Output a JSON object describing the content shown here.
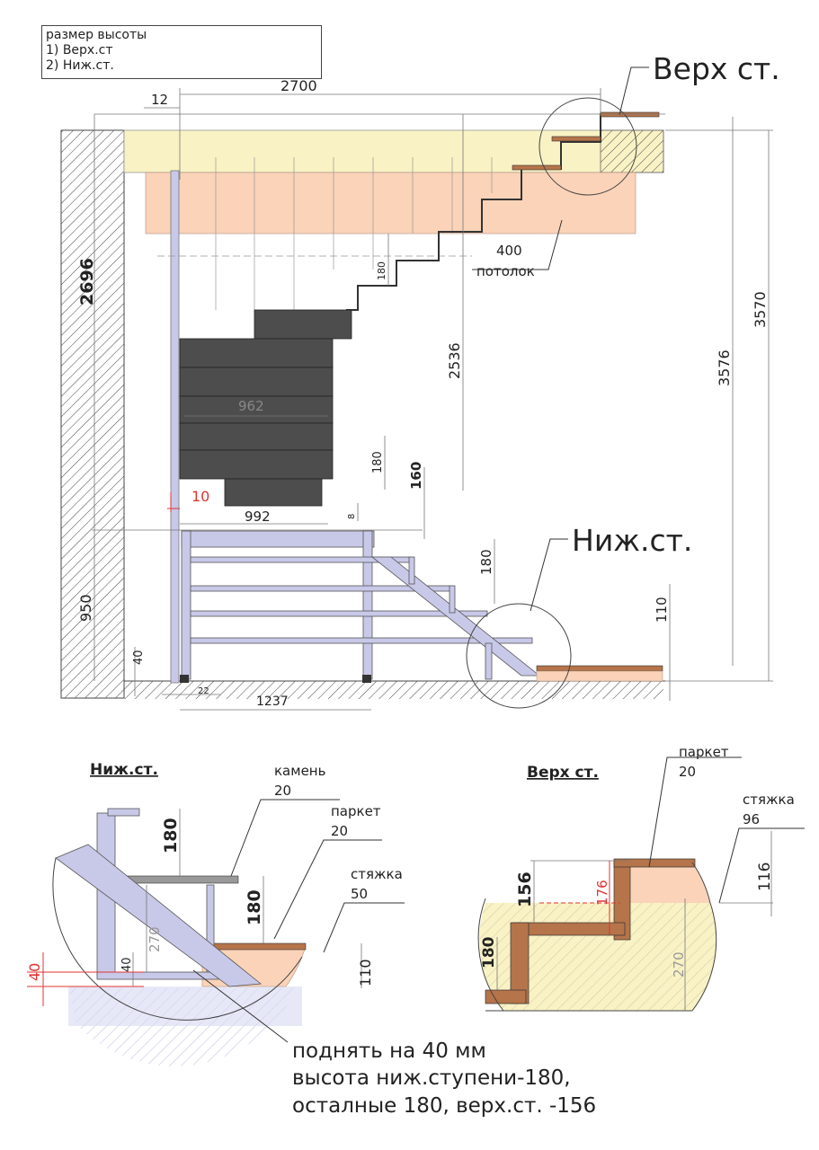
{
  "legend": {
    "title": "размер высоты",
    "items": [
      "1) Верх.ст",
      "2) Ниж.ст."
    ]
  },
  "labels": {
    "top_step": "Верх ст.",
    "bottom_step": "Ниж.ст.",
    "ceiling_value": "400",
    "ceiling": "потолок"
  },
  "dims": {
    "d2700": "2700",
    "d12": "12",
    "d2696": "2696",
    "d3570": "3570",
    "d3576": "3576",
    "d2536": "2536",
    "d180_a": "180",
    "d962": "962",
    "d180_b": "180",
    "d160": "160",
    "d10": "10",
    "d992": "992",
    "d8": "8",
    "d180_c": "180",
    "d110": "110",
    "d950": "950",
    "d40": "40",
    "d22": "22",
    "d1237": "1237"
  },
  "detail_bottom": {
    "title": "Ниж.ст.",
    "stone": "камень",
    "stone_v": "20",
    "parquet": "паркет",
    "parquet_v": "20",
    "screed": "стяжка",
    "screed_v": "50",
    "d180_a": "180",
    "d180_b": "180",
    "d270": "270",
    "d40": "40",
    "d40_red": "40",
    "d110": "110"
  },
  "detail_top": {
    "title": "Верх ст.",
    "parquet": "паркет",
    "parquet_v": "20",
    "screed": "стяжка",
    "screed_v": "96",
    "d156": "156",
    "d176": "176",
    "d180": "180",
    "d270": "270",
    "d116": "116"
  },
  "note": {
    "line1": "поднять на 40 мм",
    "line2": "высота ниж.ступени-180,",
    "line3": "осталные 180, верх.ст. -156"
  },
  "colors": {
    "slab": "#f9f2c4",
    "ceiling_fill": "#fbd3b8",
    "tread_dark": "#4d4d4d",
    "frame": "#b5b5dd",
    "parquet": "#b5744a",
    "red_dim": "#e03333",
    "floor_fill": "#d7d9f2"
  }
}
